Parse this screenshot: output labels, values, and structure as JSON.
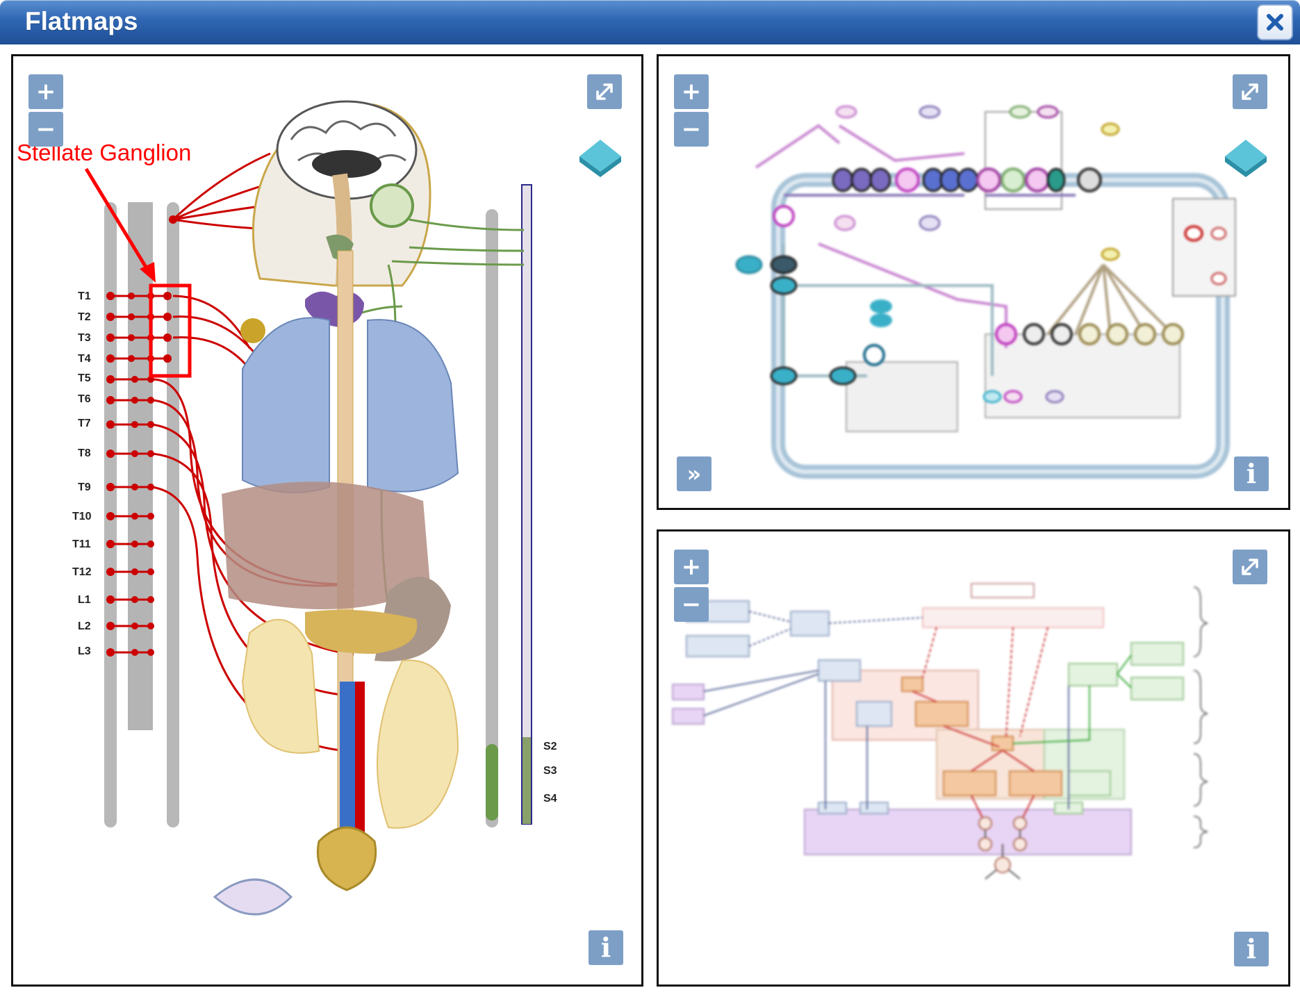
{
  "window": {
    "title": "Flatmaps",
    "close_icon": "close-x-icon"
  },
  "colors": {
    "title_bar": "#2f66b3",
    "control_button": "#7d9fc6",
    "annotation_red": "#ff0000",
    "nerve_red": "#cc0000",
    "vagus_green": "#6a9a4a"
  },
  "controls": {
    "zoom_in": "+",
    "zoom_out": "−",
    "info": "i",
    "expand_icon": "expand-arrows-icon",
    "layers_icon": "layers-icon",
    "next": "»"
  },
  "left_panel": {
    "annotation": "Stellate Ganglion",
    "vertebrae": [
      "T1",
      "T2",
      "T3",
      "T4",
      "T5",
      "T6",
      "T7",
      "T8",
      "T9",
      "T10",
      "T11",
      "T12",
      "L1",
      "L2",
      "L3"
    ],
    "sacral": [
      "S2",
      "S3",
      "S4"
    ]
  }
}
